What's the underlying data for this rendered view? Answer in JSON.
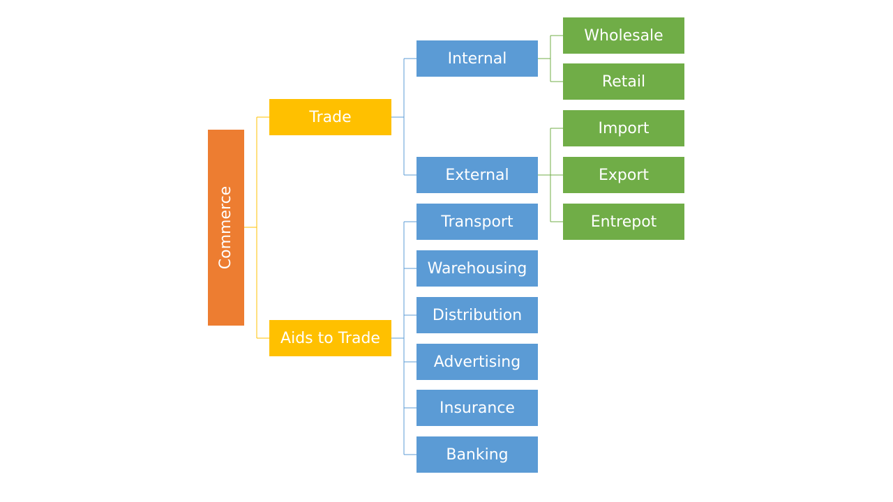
{
  "colors": {
    "root": "#ED7D31",
    "level1": "#FFC000",
    "level2": "#5B9BD5",
    "level3": "#70AD47",
    "text": "#FFFFFF",
    "line_level1": "#FFC000",
    "line_level2": "#5B9BD5",
    "line_level3": "#70AD47"
  },
  "diagram": {
    "root": {
      "label": "Commerce"
    },
    "trade": {
      "label": "Trade",
      "internal": {
        "label": "Internal",
        "children": [
          "Wholesale",
          "Retail"
        ]
      },
      "external": {
        "label": "External",
        "children": [
          "Import",
          "Export",
          "Entrepot"
        ]
      }
    },
    "aids": {
      "label": "Aids to Trade",
      "children": [
        "Transport",
        "Warehousing",
        "Distribution",
        "Advertising",
        "Insurance",
        "Banking"
      ]
    }
  }
}
